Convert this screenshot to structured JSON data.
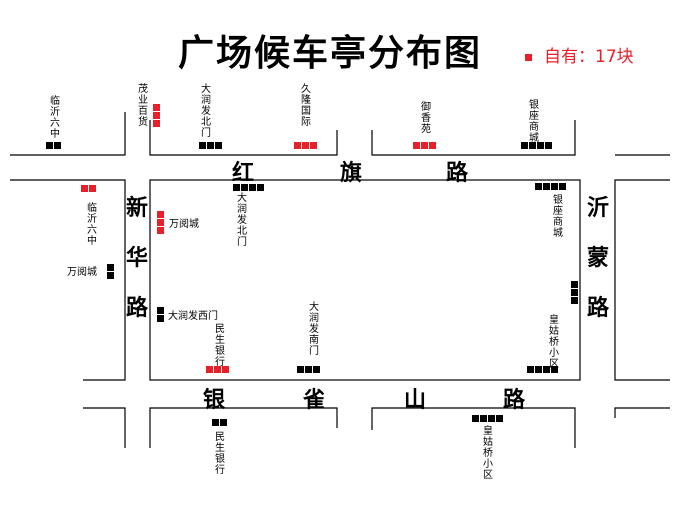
{
  "title": "广场候车亭分布图",
  "legend": {
    "text": "自有：17块",
    "color": "#e8202a"
  },
  "roads": {
    "hongqi": [
      "红",
      "旗",
      "路"
    ],
    "yinque": [
      "银",
      "雀",
      "山",
      "路"
    ],
    "xinhua": "新华路",
    "yimeng": "沂蒙路"
  },
  "labels": {
    "linyi6_top": "临沂六中",
    "maoye": "茂业百货",
    "darun_north_top": "大润发北门",
    "jiulong": "久隆国际",
    "yuxiang": "御香苑",
    "yinzuo_top": "银座商城",
    "linyi6_mid": "临沂六中",
    "wanyue_out": "万阅城",
    "wanyue_in": "万阅城",
    "darun_west": "大润发西门",
    "darun_north_in": "大润发北门",
    "minsheng_in": "民生银行",
    "darun_south": "大润发南门",
    "yinzuo_in": "银座商城",
    "huanggu_in": "皇姑桥小区",
    "minsheng_out": "民生银行",
    "huanggu_out": "皇姑桥小区"
  },
  "stops": [
    {
      "name": "linyi6-top",
      "blocks": [
        "black",
        "black"
      ]
    },
    {
      "name": "maoye",
      "blocks": [
        "red",
        "red",
        "red"
      ]
    },
    {
      "name": "darun-north-top",
      "blocks": [
        "black",
        "black",
        "black"
      ]
    },
    {
      "name": "jiulong",
      "blocks": [
        "red",
        "red",
        "red"
      ]
    },
    {
      "name": "yuxiang",
      "blocks": [
        "red",
        "red",
        "red"
      ]
    },
    {
      "name": "yinzuo-top",
      "blocks": [
        "black",
        "black",
        "black",
        "black"
      ]
    },
    {
      "name": "linyi6-mid",
      "blocks": [
        "red",
        "red"
      ]
    },
    {
      "name": "wanyue-out",
      "blocks": [
        "black",
        "black"
      ]
    },
    {
      "name": "wanyue-in",
      "blocks": [
        "red",
        "red",
        "red"
      ]
    },
    {
      "name": "darun-west",
      "blocks": [
        "black",
        "black"
      ]
    },
    {
      "name": "darun-north-in",
      "blocks": [
        "black",
        "black",
        "black",
        "black"
      ]
    },
    {
      "name": "minsheng-in",
      "blocks": [
        "red",
        "red",
        "red"
      ]
    },
    {
      "name": "darun-south",
      "blocks": [
        "black",
        "black",
        "black"
      ]
    },
    {
      "name": "yinzuo-in",
      "blocks": [
        "black",
        "black",
        "black",
        "black"
      ]
    },
    {
      "name": "yimeng-east",
      "blocks": [
        "black",
        "black",
        "black"
      ]
    },
    {
      "name": "huanggu-in",
      "blocks": [
        "black",
        "black",
        "black",
        "black"
      ]
    },
    {
      "name": "minsheng-out",
      "blocks": [
        "black",
        "black"
      ]
    },
    {
      "name": "huanggu-out",
      "blocks": [
        "black",
        "black",
        "black",
        "black"
      ]
    }
  ]
}
